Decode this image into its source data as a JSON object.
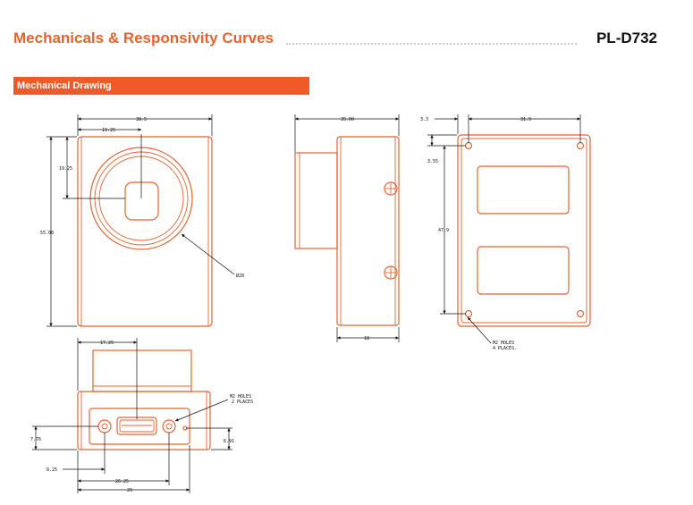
{
  "header": {
    "title": "Mechanicals & Responsivity Curves",
    "model": "PL-D732"
  },
  "section": {
    "label": "Mechanical Drawing"
  },
  "front_view": {
    "dim_width": "38.5",
    "dim_half_width": "19.25",
    "dim_half_height": "19.25",
    "dim_height": "55.00",
    "dim_lens_diameter": "Ø28"
  },
  "side_view": {
    "dim_depth": "35.00",
    "dim_body_depth": "18"
  },
  "back_view": {
    "dim_edge": "3.3",
    "dim_hole_spacing_x": "31.9",
    "dim_edge_y": "3.55",
    "dim_hole_spacing_y": "47.9",
    "note_line1": "M2 HOLES",
    "note_line2": "4 PLACES."
  },
  "bottom_view": {
    "dim_center": "17.25",
    "note_line1": "M2 HOLES",
    "note_line2": "2 PLACES",
    "dim_left_height": "7.76",
    "dim_right_height": "6.91",
    "dim_hole1_x": "8.25",
    "dim_hole2_x": "26.25",
    "dim_total": "29"
  }
}
